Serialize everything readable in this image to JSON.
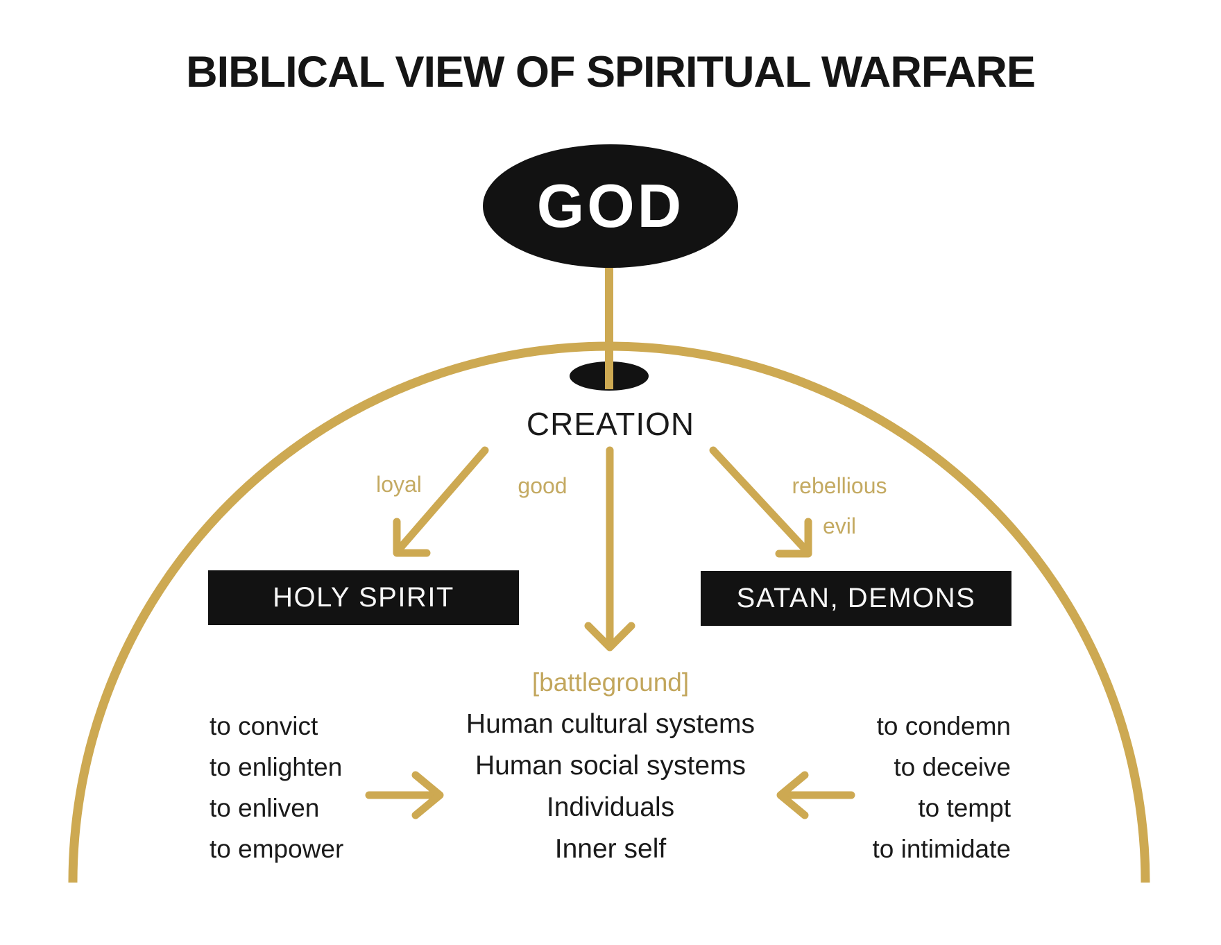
{
  "title": "BIBLICAL VIEW OF SPIRITUAL WARFARE",
  "colors": {
    "gold_stroke": "#CDA952",
    "gold_text": "#C4AA62",
    "node_black": "#121212",
    "text_black": "#1a1a1a",
    "background": "#ffffff"
  },
  "nodes": {
    "god": "GOD",
    "creation": "CREATION",
    "holy_spirit": "HOLY SPIRIT",
    "satan_demons": "SATAN, DEMONS",
    "battleground": "[battleground]"
  },
  "edge_labels": {
    "loyal": "loyal",
    "good": "good",
    "rebellious": "rebellious",
    "evil": "evil"
  },
  "battleground_items": [
    "Human cultural systems",
    "Human social systems",
    "Individuals",
    "Inner self"
  ],
  "holy_spirit_actions": [
    "to convict",
    "to enlighten",
    "to enliven",
    "to empower"
  ],
  "satan_actions": [
    "to condemn",
    "to deceive",
    "to tempt",
    "to intimidate"
  ]
}
